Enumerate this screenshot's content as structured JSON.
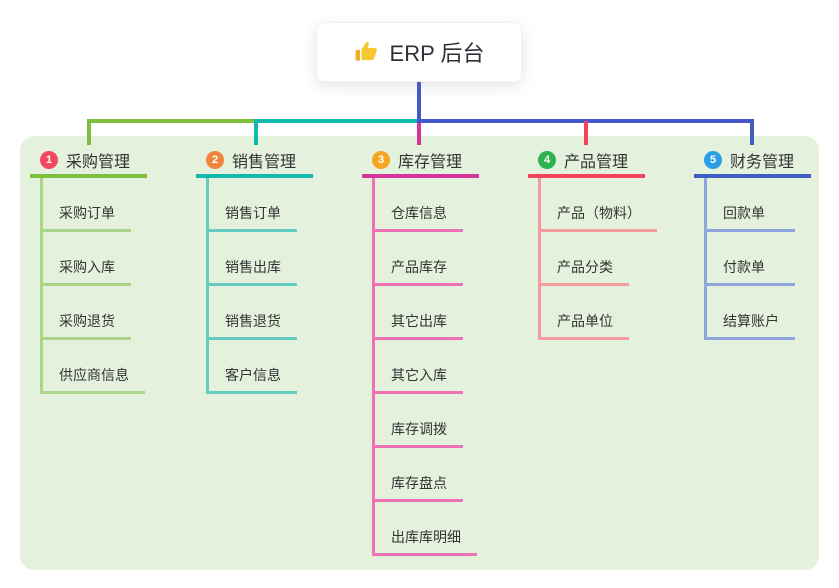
{
  "canvas": {
    "background_color": "#ffffff",
    "panel_color": "#e4f2dd"
  },
  "root": {
    "label": "ERP 后台",
    "icon": "thumbs-up-icon",
    "line_color": "#4657c9"
  },
  "branches": [
    {
      "num": "1",
      "label": "采购管理",
      "badge_color": "#f2485f",
      "line_color": "#7fbf3f",
      "sub_line_color": "#a9d787",
      "items": [
        "采购订单",
        "采购入库",
        "采购退货",
        "供应商信息"
      ]
    },
    {
      "num": "2",
      "label": "销售管理",
      "badge_color": "#f2853e",
      "line_color": "#14b7ae",
      "sub_line_color": "#66ccc2",
      "items": [
        "销售订单",
        "销售出库",
        "销售退货",
        "客户信息"
      ]
    },
    {
      "num": "3",
      "label": "库存管理",
      "badge_color": "#f6a623",
      "line_color": "#d6359c",
      "sub_line_color": "#ef72b4",
      "items": [
        "仓库信息",
        "产品库存",
        "其它出库",
        "其它入库",
        "库存调拨",
        "库存盘点",
        "出库库明细"
      ]
    },
    {
      "num": "4",
      "label": "产品管理",
      "badge_color": "#2fb34f",
      "line_color": "#f0455c",
      "sub_line_color": "#f79aa0",
      "items": [
        "产品（物料）",
        "产品分类",
        "产品单位"
      ]
    },
    {
      "num": "5",
      "label": "财务管理",
      "badge_color": "#2b9fe3",
      "line_color": "#3f5ec4",
      "sub_line_color": "#8fa6dd",
      "items": [
        "回款单",
        "付款单",
        "结算账户"
      ]
    }
  ]
}
